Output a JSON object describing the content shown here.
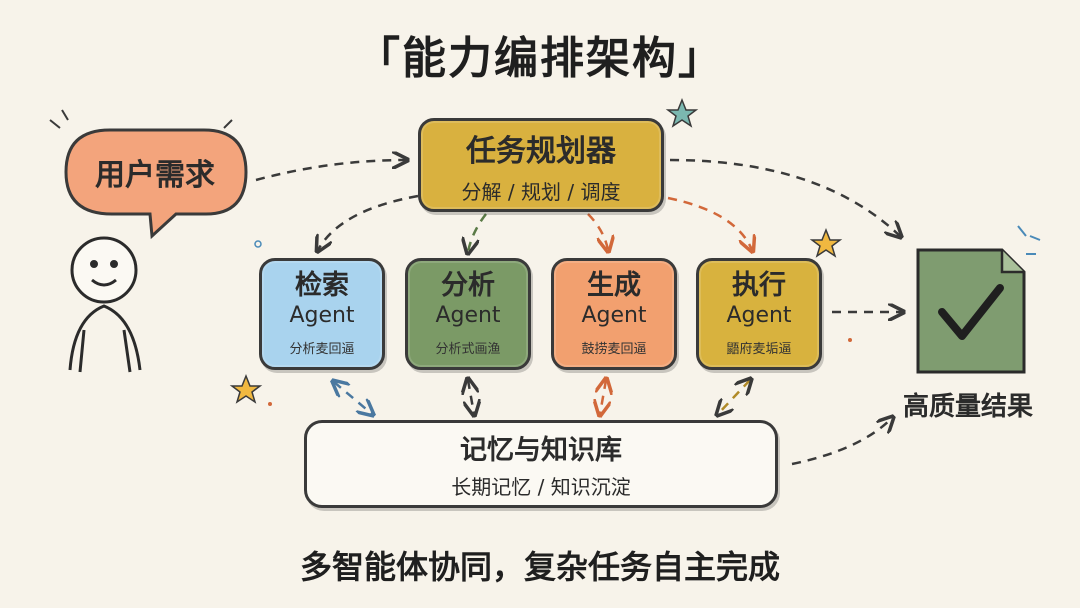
{
  "title": "「能力编排架构」",
  "user": {
    "request": "用户需求"
  },
  "planner": {
    "title": "任务规划器",
    "subtitle": "分解 / 规划 / 调度"
  },
  "agents": [
    {
      "name": "检索",
      "en": "Agent",
      "desc": "分析麦回逼",
      "color": "#a9d3ee"
    },
    {
      "name": "分析",
      "en": "Agent",
      "desc": "分析式画渔",
      "color": "#7b9a66"
    },
    {
      "name": "生成",
      "en": "Agent",
      "desc": "鼓捞麦回逼",
      "color": "#f2a06f"
    },
    {
      "name": "执行",
      "en": "Agent",
      "desc": "鼯府麦垢逼",
      "color": "#d8b23e"
    }
  ],
  "memory": {
    "title": "记忆与知识库",
    "subtitle": "长期记忆 / 知识沉淀"
  },
  "result": {
    "label": "高质量结果",
    "icon": "checkmark-document-icon"
  },
  "caption": "多智能体协同，复杂任务自主完成",
  "colors": {
    "background": "#f7f3ea",
    "bubble": "#f3a47c",
    "planner": "#d9b13f",
    "document": "#7f9c70",
    "outline": "#3a3a3a",
    "star_yellow": "#f0b840",
    "star_teal": "#7bb8b0"
  }
}
